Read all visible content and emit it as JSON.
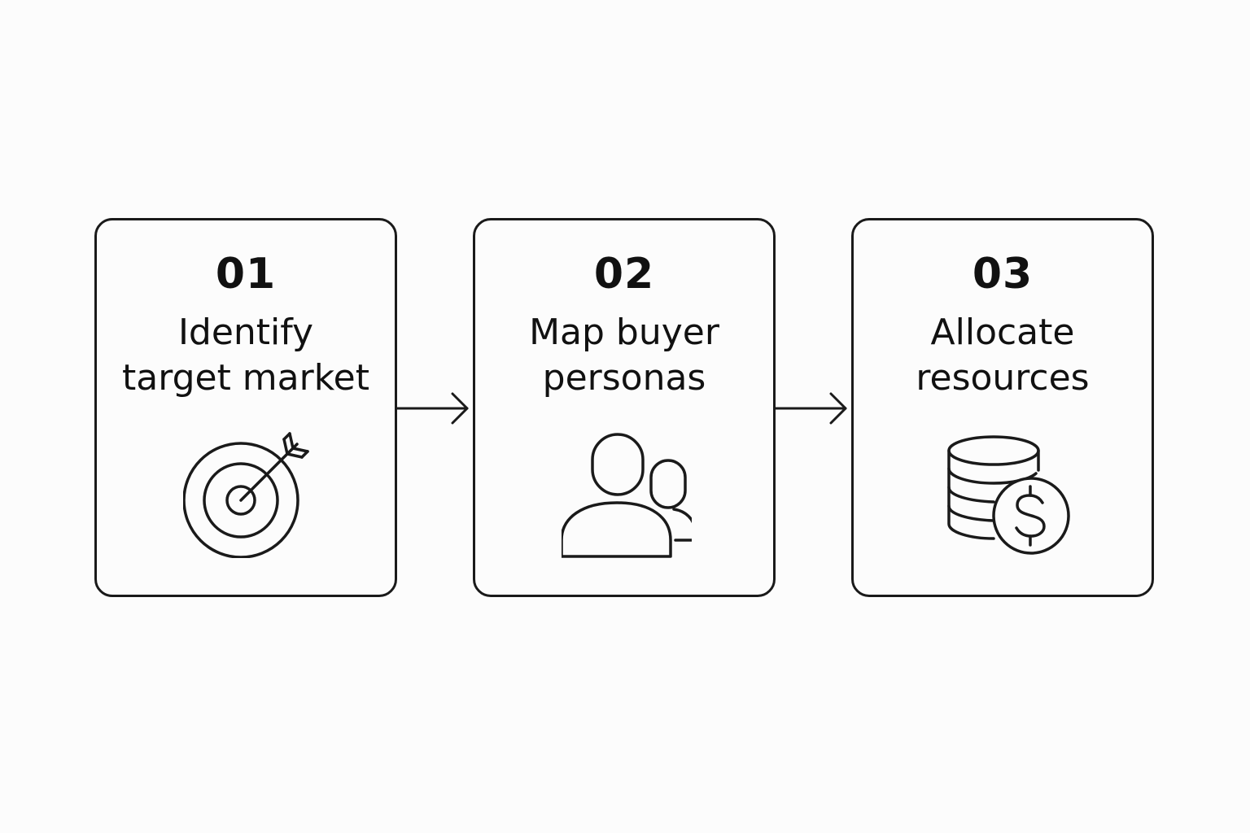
{
  "steps": [
    {
      "number": "01",
      "title_lines": [
        "Identify",
        "target market"
      ],
      "icon": "target-icon"
    },
    {
      "number": "02",
      "title_lines": [
        "Map buyer",
        "personas"
      ],
      "icon": "users-icon"
    },
    {
      "number": "03",
      "title_lines": [
        "Allocate",
        "resources"
      ],
      "icon": "coins-dollar-icon"
    }
  ],
  "colors": {
    "stroke": "#1a1a1a",
    "background": "#fcfcfc"
  }
}
